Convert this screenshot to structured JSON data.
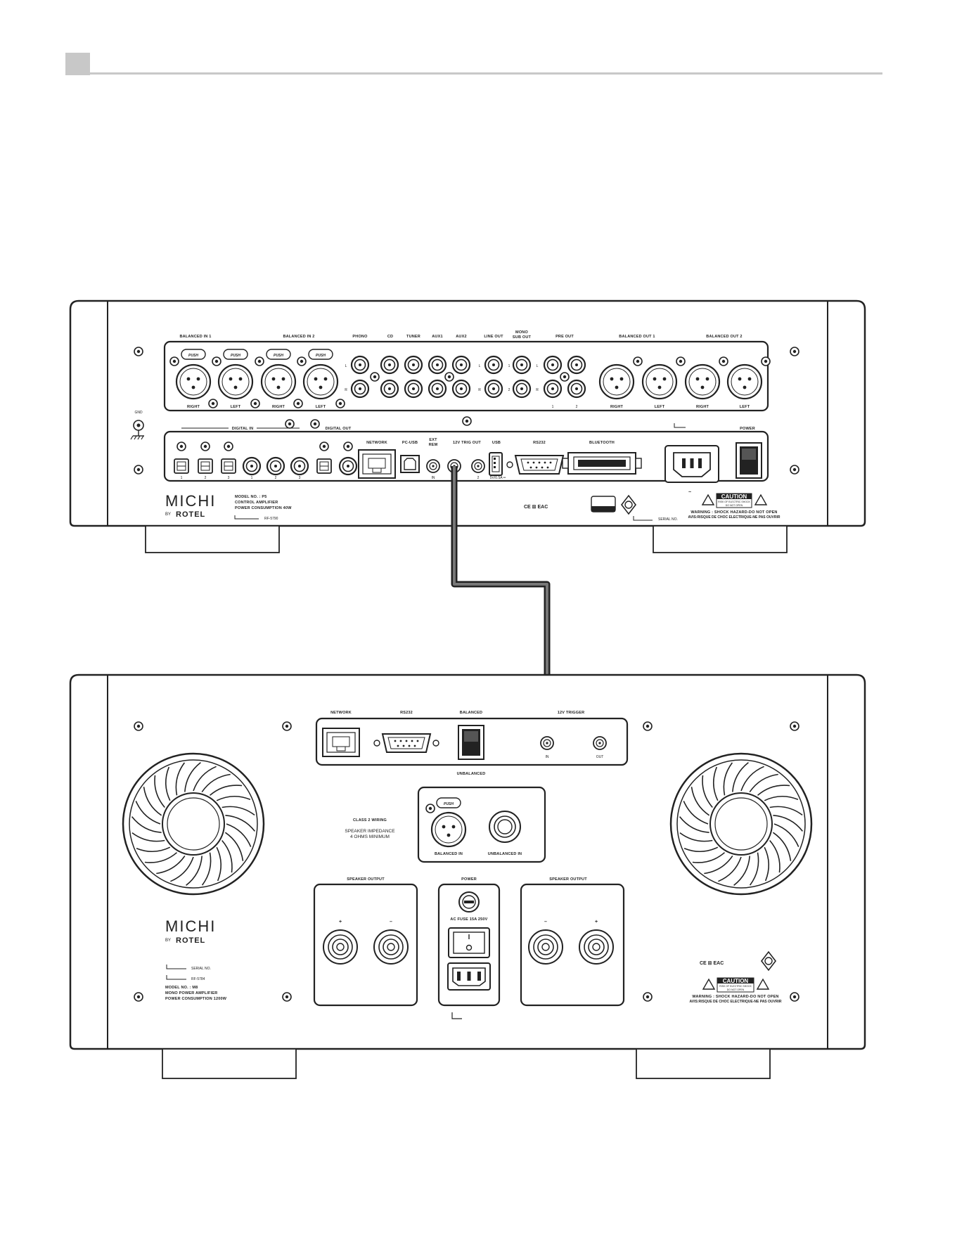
{
  "header": {
    "accent": "#c8c8c8"
  },
  "p5": {
    "balanced_in_1": "BALANCED IN 1",
    "balanced_in_2": "BALANCED IN 2",
    "push": "PUSH",
    "right": "RIGHT",
    "left": "LEFT",
    "phono": "PHONO",
    "cd": "CD",
    "tuner": "TUNER",
    "aux1": "AUX1",
    "aux2": "AUX2",
    "line_out": "LINE OUT",
    "mono_sub_out_1": "MONO",
    "mono_sub_out_2": "SUB OUT",
    "pre_out": "PRE OUT",
    "balanced_out_1": "BALANCED OUT 1",
    "balanced_out_2": "BALANCED OUT 2",
    "ch_l": "L",
    "ch_r": "R",
    "n1": "1",
    "n2": "2",
    "n3": "3",
    "gnd": "GND",
    "digital_in": "DIGITAL IN",
    "digital_out": "DIGITAL OUT",
    "network": "NETWORK",
    "pc_usb": "PC-USB",
    "ext_rem_1": "EXT",
    "ext_rem_2": "REM",
    "in": "IN",
    "trig_out": "12V TRIG OUT",
    "usb": "USB",
    "usb_rating": "5V/0.5A ═",
    "rs232": "RS232",
    "bluetooth": "BLUETOOTH",
    "power": "POWER",
    "ac_symbol": "~",
    "brand": "MICHI",
    "by": "BY",
    "rotel": "ROTEL",
    "model_no": "MODEL NO. : P5",
    "model_desc": "CONTROL AMPLIFIER",
    "power_consumption": "POWER CONSUMPTION 40W",
    "rf_code": "RF-5790",
    "serial_no": "SERIAL NO.",
    "cert_marks": "CE  ⊠  EAC",
    "caution": "CAUTION",
    "caution_sub_1": "RISK OF ELECTRIC SHOCK",
    "caution_sub_2": "DO NOT OPEN",
    "warning": "WARNING : SHOCK HAZARD-DO NOT OPEN",
    "avis": "AVIS:RISQUE DE CHOC ELECTRIQUE-NE PAS OUVRIR"
  },
  "m8": {
    "network": "NETWORK",
    "rs232": "RS232",
    "balanced": "BALANCED",
    "unbalanced": "UNBALANCED",
    "trigger": "12V TRIGGER",
    "in": "IN",
    "out": "OUT",
    "class2": "CLASS 2 WIRING",
    "impedance_1": "SPEAKER IMPEDANCE",
    "impedance_2": "4 OHMS MINIMUM",
    "push": "PUSH",
    "balanced_in": "BALANCED IN",
    "unbalanced_in": "UNBALANCED IN",
    "speaker_output": "SPEAKER OUTPUT",
    "power": "POWER",
    "fuse": "AC FUSE 15A 250V",
    "plus": "+",
    "minus": "–",
    "brand": "MICHI",
    "by": "BY",
    "rotel": "ROTEL",
    "serial_no": "SERIAL NO.",
    "rf_code": "RF-5784",
    "model_no": "MODEL NO. : M8",
    "model_desc": "MONO POWER AMPLIFIER",
    "power_consumption": "POWER CONSUMPTION 1200W",
    "cert_marks": "CE  ⊠  EAC",
    "caution": "CAUTION",
    "caution_sub_1": "RISK OF ELECTRIC SHOCK",
    "caution_sub_2": "DO NOT OPEN",
    "warning": "WARNING : SHOCK HAZARD-DO NOT OPEN",
    "avis": "AVIS:RISQUE DE CHOC ELECTRIQUE-NE PAS OUVRIR"
  }
}
